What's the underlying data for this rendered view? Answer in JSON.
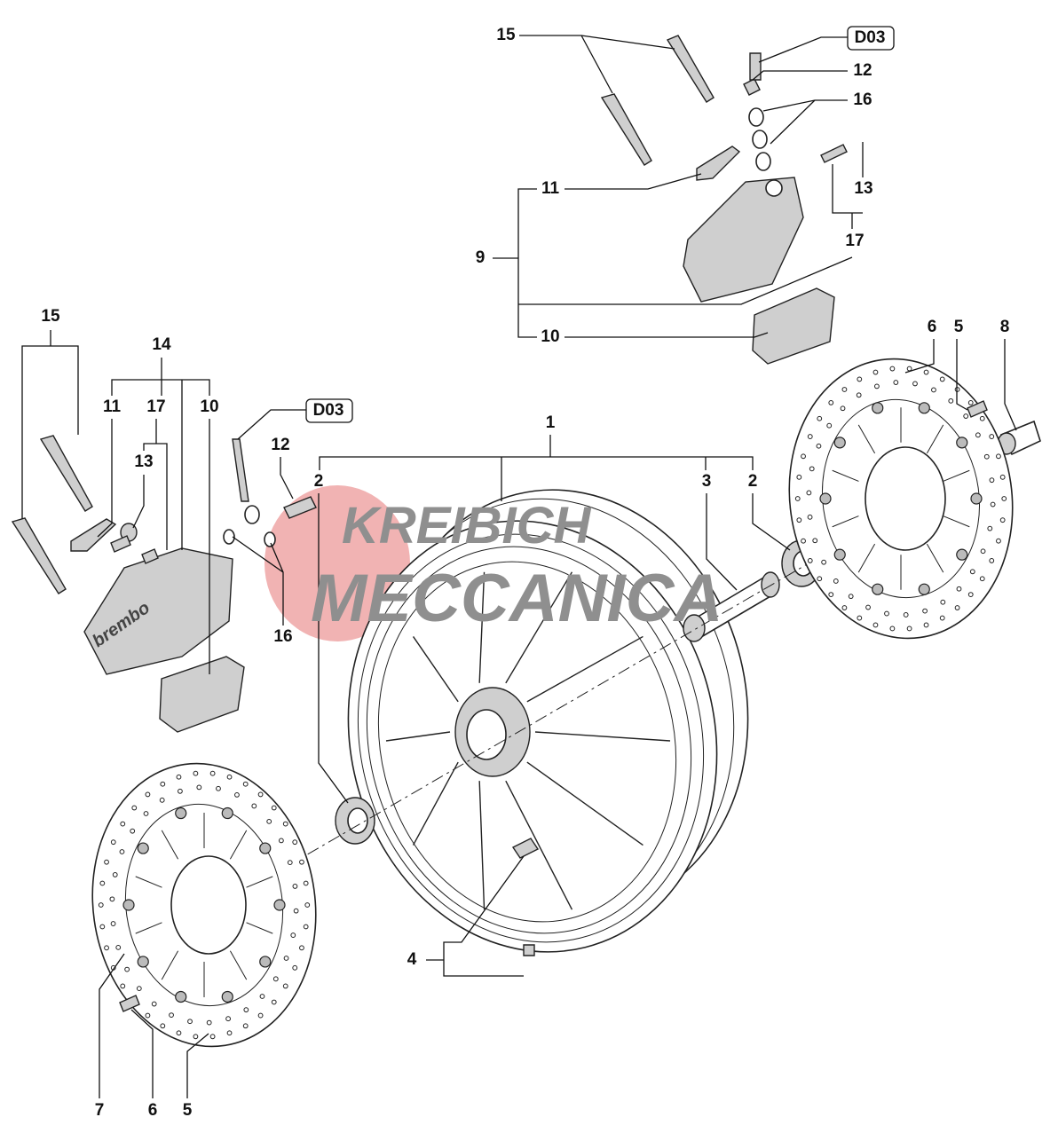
{
  "diagram": {
    "title": "Front wheel exploded parts diagram",
    "watermark": {
      "line1": "KREIBICH",
      "line2": "MECCANICA",
      "accent_color": "#e88080"
    },
    "caliper_brand": "brembo",
    "callouts": [
      {
        "label": "15"
      },
      {
        "label": "D03"
      },
      {
        "label": "12"
      },
      {
        "label": "16"
      },
      {
        "label": "13"
      },
      {
        "label": "11"
      },
      {
        "label": "9"
      },
      {
        "label": "17"
      },
      {
        "label": "10"
      },
      {
        "label": "6"
      },
      {
        "label": "5"
      },
      {
        "label": "8"
      },
      {
        "label": "15"
      },
      {
        "label": "14"
      },
      {
        "label": "11"
      },
      {
        "label": "17"
      },
      {
        "label": "10"
      },
      {
        "label": "13"
      },
      {
        "label": "D03"
      },
      {
        "label": "12"
      },
      {
        "label": "16"
      },
      {
        "label": "1"
      },
      {
        "label": "2"
      },
      {
        "label": "3"
      },
      {
        "label": "2"
      },
      {
        "label": "4"
      },
      {
        "label": "7"
      },
      {
        "label": "6"
      },
      {
        "label": "5"
      }
    ]
  }
}
